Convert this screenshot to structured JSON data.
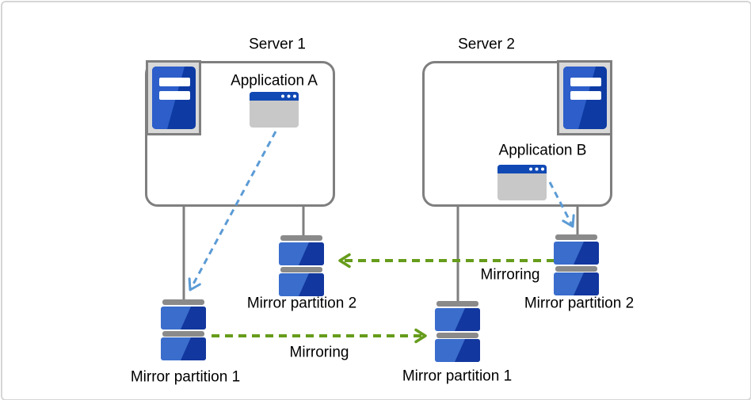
{
  "servers": {
    "s1": {
      "label": "Server 1",
      "app_label": "Application A"
    },
    "s2": {
      "label": "Server 2",
      "app_label": "Application B"
    }
  },
  "partitions": {
    "p1_left": {
      "label": "Mirror partition 1"
    },
    "p2_center": {
      "label": "Mirror partition 2"
    },
    "p1_center": {
      "label": "Mirror partition 1"
    },
    "p2_right": {
      "label": "Mirror partition 2"
    }
  },
  "arrows": {
    "mirroring_bottom": {
      "label": "Mirroring",
      "direction": "left-to-right"
    },
    "mirroring_top": {
      "label": "Mirroring",
      "direction": "right-to-left"
    }
  },
  "colors": {
    "partition_blue_light": "#3a6dcc",
    "partition_blue_dark": "#12379e",
    "server_tower_blue_dark": "#0d3ba3",
    "server_tower_blue_light": "#2d5ec9",
    "window_titlebar_blue": "#1149b4",
    "window_body_gray": "#c8c8c8",
    "icon_container_gray": "#d9d9d9",
    "line_gray": "#7f7f7f",
    "cap_gray": "#8a8a8a",
    "arrow_blue": "#5b9bd5",
    "arrow_green": "#669c1b"
  }
}
